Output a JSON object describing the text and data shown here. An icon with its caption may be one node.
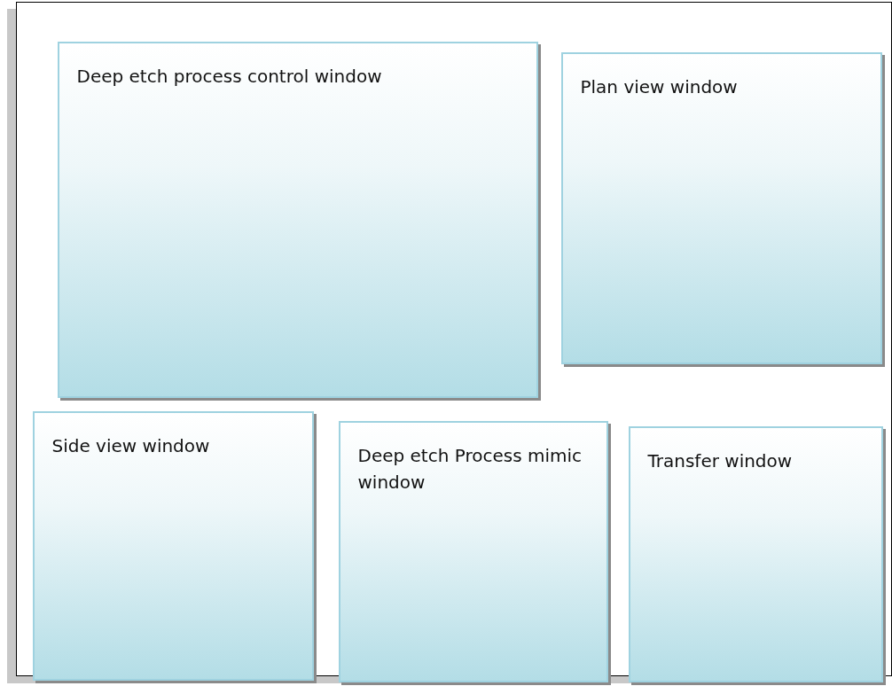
{
  "diagram": {
    "nodes": [
      {
        "text": [],
        "shape": "box"
      },
      {
        "text": [
          "Deep etch process control window"
        ],
        "in": 0
      },
      {
        "text": [
          "Plan view window"
        ],
        "in": 0
      },
      {
        "text": [
          "Side view window"
        ],
        "in": 0
      },
      {
        "text": [
          "Deep etch Process mimic window"
        ],
        "in": 0
      },
      {
        "text": [
          "Transfer window"
        ],
        "in": 0
      }
    ]
  }
}
